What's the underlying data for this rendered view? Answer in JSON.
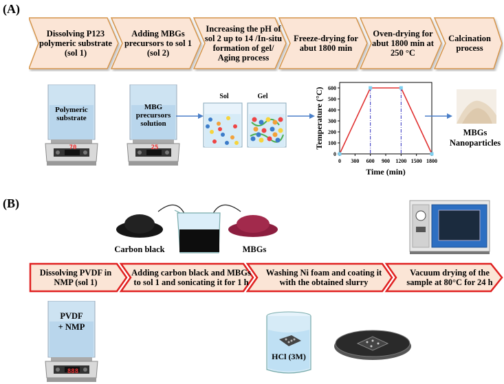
{
  "panel_a": {
    "label": "(A)",
    "steps": [
      "Dissolving P123 polymeric substrate (sol 1)",
      "Adding MBGs precursors to sol 1 (sol 2)",
      "Increasing the pH of sol 2 up to 14 /In-situ formation of gel/ Aging process",
      "Freeze-drying for abut 1800 min",
      "Oven-drying for abut 1800 min at 250 °C",
      "Calcination process"
    ],
    "beaker1_label": "Polymeric substrate",
    "beaker1_display": "70",
    "beaker2_label": "MBG precursors solution",
    "beaker2_display": "25",
    "sol_label": "Sol",
    "gel_label": "Gel",
    "product_label": "MBGs Nanoparticles",
    "temp_chart": {
      "ylabel": "Temperature (°C)",
      "xlabel": "Time (min)",
      "xticks": [
        "0",
        "300",
        "600",
        "900",
        "1200",
        "1500",
        "1800"
      ],
      "yticks": [
        "0",
        "100",
        "200",
        "300",
        "400",
        "500",
        "600"
      ]
    }
  },
  "chart_data": {
    "type": "line",
    "title": "",
    "xlabel": "Time (min)",
    "ylabel": "Temperature (°C)",
    "xlim": [
      0,
      1800
    ],
    "ylim": [
      0,
      650
    ],
    "series": [
      {
        "x": [
          0,
          600,
          1200,
          1800
        ],
        "y": [
          0,
          600,
          600,
          0
        ]
      }
    ],
    "vlines": [
      600,
      1200
    ]
  },
  "panel_b": {
    "label": "(B)",
    "steps": [
      "Dissolving PVDF in NMP (sol 1)",
      "Adding carbon black and MBGs to sol 1 and sonicating it for 1 h",
      "Washing Ni foam and coating it with the obtained slurry",
      "Vacuum drying of the sample at 80°C for 24 h"
    ],
    "carbon_label": "Carbon black",
    "mbgs_label": "MBGs",
    "pvdf_label": "PVDF + NMP",
    "pvdf_display": "888",
    "hcl_label": "HCl (3M)"
  },
  "colors": {
    "chevron_fill": "#fbe5d6",
    "chevron_stroke": "#d5944a",
    "chevron_b_stroke": "#e02020",
    "line_red": "#e03030",
    "vline_blue": "#3030c0",
    "arrow_blue": "#4a7fc8"
  }
}
